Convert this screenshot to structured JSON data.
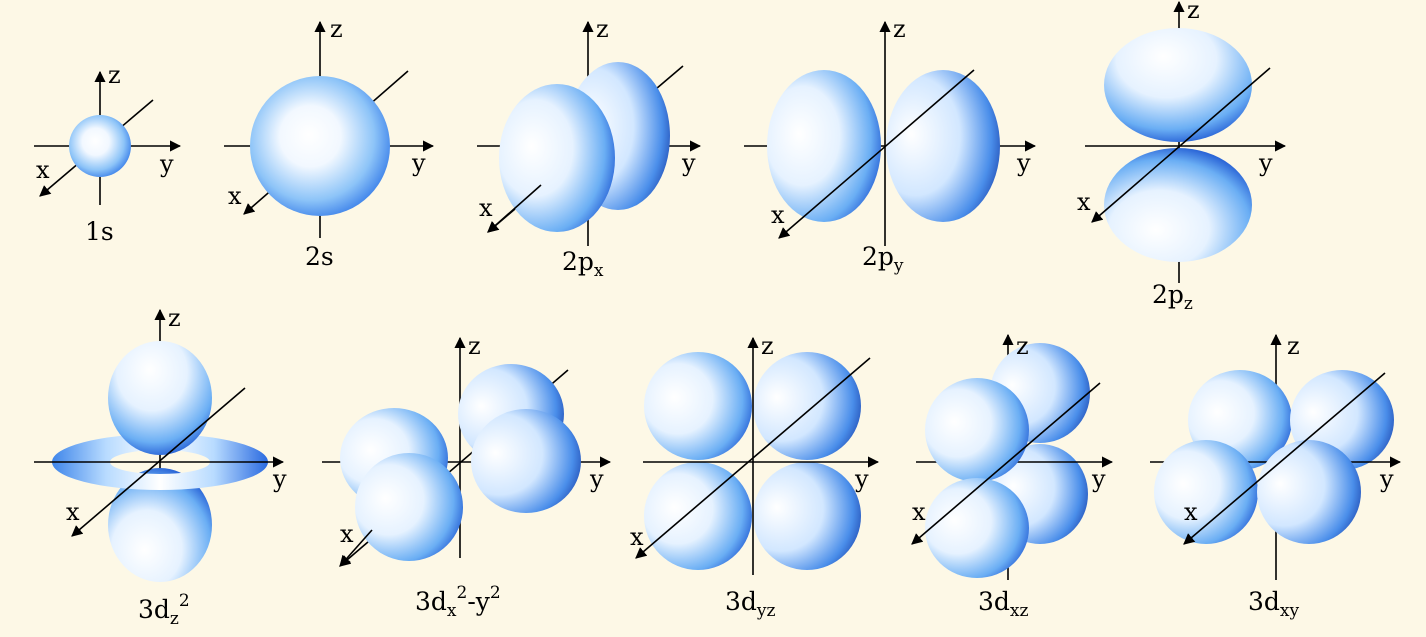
{
  "axes": {
    "x": "x",
    "y": "y",
    "z": "z"
  },
  "orbitals": [
    {
      "id": "1s",
      "base": "1s",
      "sub": ""
    },
    {
      "id": "2s",
      "base": "2s",
      "sub": ""
    },
    {
      "id": "2px",
      "base": "2p",
      "sub": "x"
    },
    {
      "id": "2py",
      "base": "2p",
      "sub": "y"
    },
    {
      "id": "2pz",
      "base": "2p",
      "sub": "z"
    },
    {
      "id": "3dz2",
      "base": "3d",
      "sub": "z",
      "sup": "2"
    },
    {
      "id": "3dx2-y2",
      "base": "3d",
      "sub1": "x",
      "sup1": "2",
      "mid": "-y",
      "sup2": "2"
    },
    {
      "id": "3dyz",
      "base": "3d",
      "sub": "yz"
    },
    {
      "id": "3dxz",
      "base": "3d",
      "sub": "xz"
    },
    {
      "id": "3dxy",
      "base": "3d",
      "sub": "xy"
    }
  ],
  "colors": {
    "lobe_light": "#ffffff",
    "lobe_mid": "#8dc4f8",
    "lobe_edge": "#1f66e0",
    "lobe_dark": "#1a3fa8",
    "axis": "#000000",
    "background": "#fdf8e6"
  }
}
